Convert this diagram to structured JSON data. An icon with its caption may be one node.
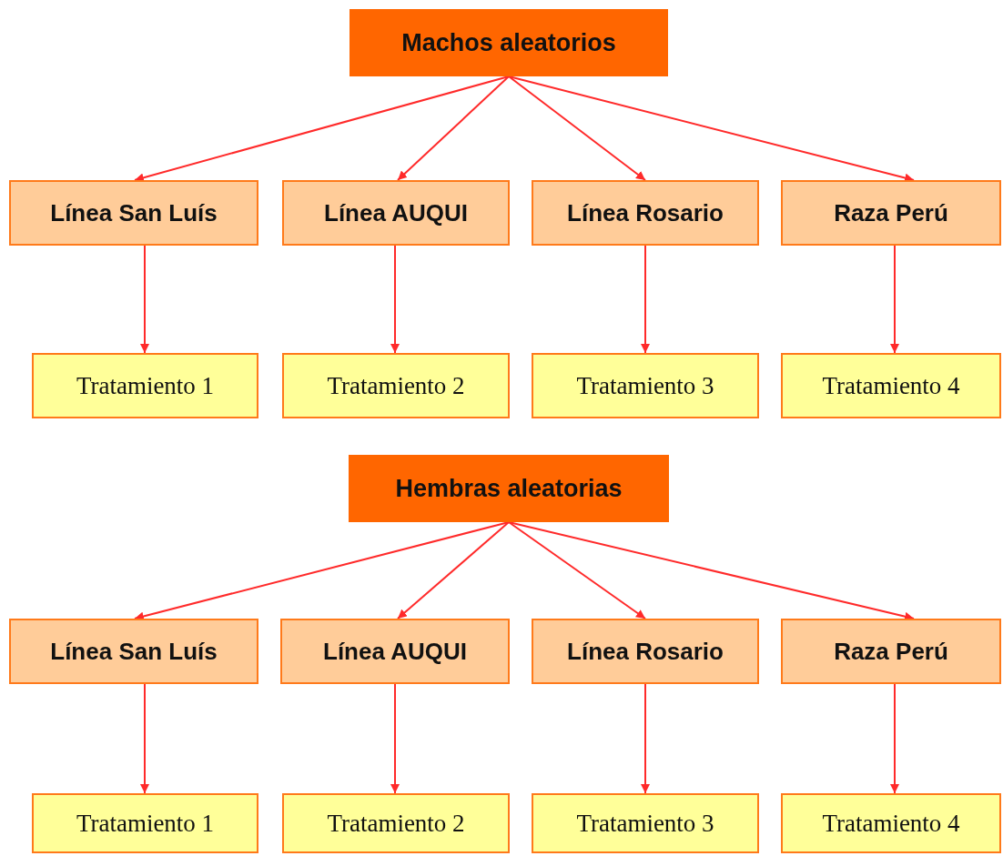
{
  "diagram": {
    "nodes": [
      {
        "text": [
          "Machos aleatorios"
        ]
      },
      {
        "text": [
          "Línea San Luís"
        ]
      },
      {
        "text": [
          "Línea AUQUI"
        ]
      },
      {
        "text": [
          "Línea Rosario"
        ]
      },
      {
        "text": [
          "Raza Perú"
        ]
      },
      {
        "text": [
          "Tratamiento 1"
        ]
      },
      {
        "text": [
          "Tratamiento 2"
        ]
      },
      {
        "text": [
          "Tratamiento 3"
        ]
      },
      {
        "text": [
          "Tratamiento 4"
        ]
      },
      {
        "text": [
          "Hembras aleatorias"
        ]
      },
      {
        "text": [
          "Línea San Luís"
        ]
      },
      {
        "text": [
          "Línea AUQUI"
        ]
      },
      {
        "text": [
          "Línea Rosario"
        ]
      },
      {
        "text": [
          "Raza Perú"
        ]
      },
      {
        "text": [
          "Tratamiento 1"
        ]
      },
      {
        "text": [
          "Tratamiento 2"
        ]
      },
      {
        "text": [
          "Tratamiento 3"
        ]
      },
      {
        "text": [
          "Tratamiento 4"
        ]
      }
    ],
    "edges": [
      {
        "from": 0,
        "to": 1,
        "arrow": "to"
      },
      {
        "from": 0,
        "to": 2,
        "arrow": "to"
      },
      {
        "from": 0,
        "to": 3,
        "arrow": "to"
      },
      {
        "from": 0,
        "to": 4,
        "arrow": "to"
      },
      {
        "from": 1,
        "to": 5,
        "arrow": "to"
      },
      {
        "from": 2,
        "to": 6,
        "arrow": "to"
      },
      {
        "from": 3,
        "to": 7,
        "arrow": "to"
      },
      {
        "from": 4,
        "to": 8,
        "arrow": "to"
      },
      {
        "from": 9,
        "to": 10,
        "arrow": "to"
      },
      {
        "from": 9,
        "to": 11,
        "arrow": "to"
      },
      {
        "from": 9,
        "to": 12,
        "arrow": "to"
      },
      {
        "from": 9,
        "to": 13,
        "arrow": "to"
      },
      {
        "from": 10,
        "to": 14,
        "arrow": "to"
      },
      {
        "from": 11,
        "to": 15,
        "arrow": "to"
      },
      {
        "from": 12,
        "to": 16,
        "arrow": "to"
      },
      {
        "from": 13,
        "to": 17,
        "arrow": "to"
      }
    ]
  }
}
